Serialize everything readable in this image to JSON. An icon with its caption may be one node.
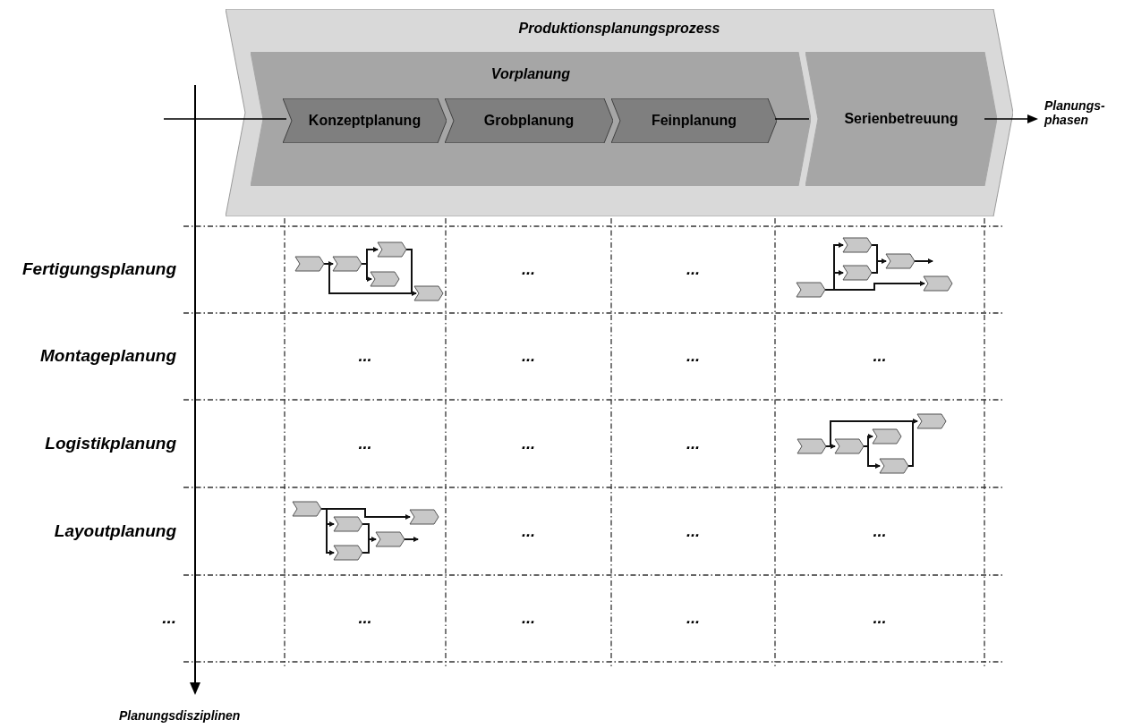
{
  "diagram": {
    "nodes": [
      {
        "text": [
          "Produktionsplanungsprozess"
        ]
      },
      {
        "text": [
          "Vorplanung"
        ],
        "in": 0
      },
      {
        "text": [
          "Konzeptplanung"
        ],
        "in": 1
      },
      {
        "text": [
          "Grobplanung"
        ],
        "in": 1
      },
      {
        "text": [
          "Feinplanung"
        ],
        "in": 1
      },
      {
        "text": [
          "Serienbetreuung"
        ],
        "in": 0
      }
    ],
    "labels": [
      "Planungs- phasen",
      "Fertigungsplanung",
      "...",
      "...",
      "Montageplanung",
      "...",
      "...",
      "...",
      "...",
      "Logistikplanung",
      "...",
      "...",
      "...",
      "Layoutplanung",
      "...",
      "...",
      "...",
      "...",
      "...",
      "...",
      "...",
      "...",
      "Planungsdisziplinen"
    ]
  }
}
